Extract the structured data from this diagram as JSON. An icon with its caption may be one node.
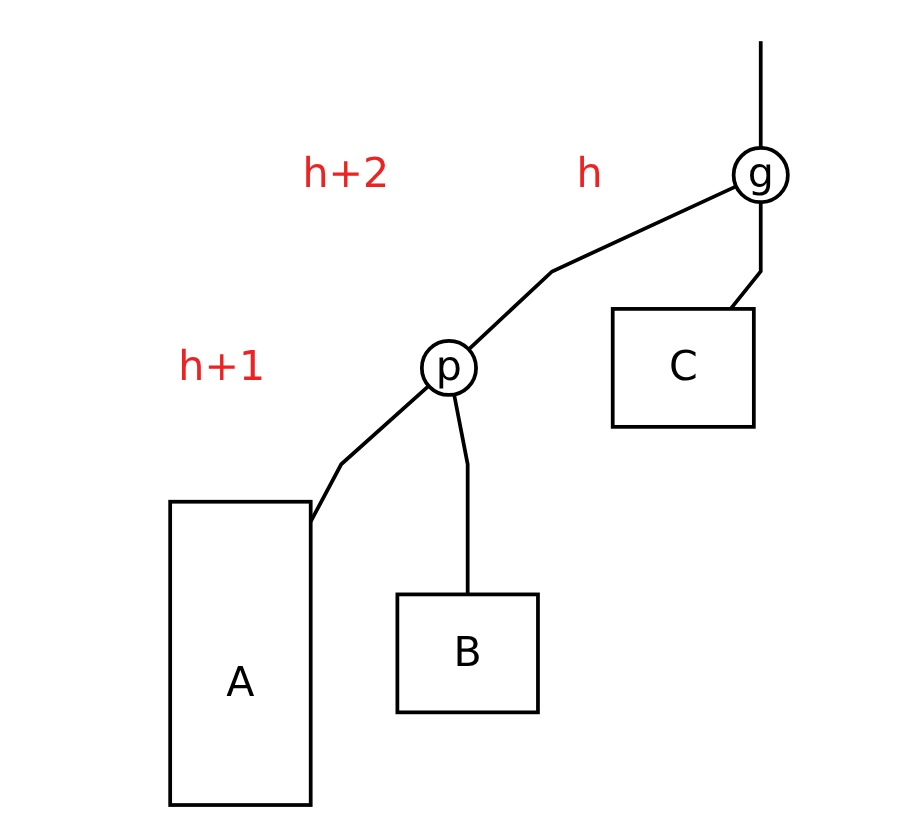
{
  "diagram": {
    "nodes": [
      {
        "text": [
          "g"
        ]
      },
      {
        "text": [
          "p"
        ],
        "beside": [
          "h+2"
        ]
      },
      {
        "text": [
          "A"
        ],
        "beside": [
          "h+1"
        ]
      },
      {
        "text": [
          "B"
        ]
      },
      {
        "text": [
          "C"
        ],
        "beside": [
          "h"
        ]
      }
    ],
    "edges": [
      {
        "from": null,
        "to": 0,
        "arrow": "none"
      },
      {
        "from": 0,
        "to": 1,
        "arrow": "none"
      },
      {
        "from": 0,
        "to": 4,
        "arrow": "none"
      },
      {
        "from": 1,
        "to": 2,
        "arrow": "none"
      },
      {
        "from": 1,
        "to": 3,
        "arrow": "none"
      }
    ]
  }
}
